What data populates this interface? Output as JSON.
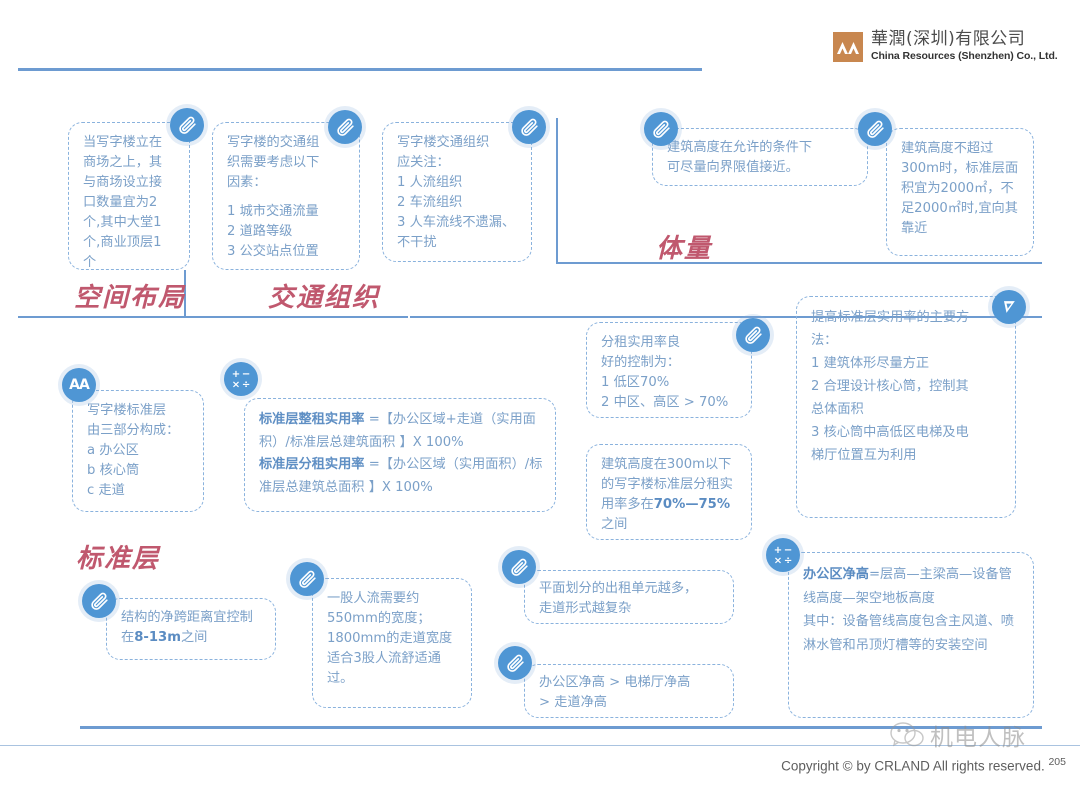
{
  "brand": {
    "cn": "華潤(深圳)有限公司",
    "en": "China Resources (Shenzhen) Co., Ltd.",
    "mark_color": "#c8874f"
  },
  "sections": {
    "space_layout": "空间布局",
    "traffic_org": "交通组织",
    "massing": "体量",
    "standard_floor": "标准层"
  },
  "cards": {
    "mall_interface": {
      "icon": "paperclip-icon",
      "lines": [
        "当写字楼立在",
        "商场之上，其",
        "与商场设立接",
        "口数量宜为2",
        "个,其中大堂1",
        "个,商业顶层1",
        "个"
      ]
    },
    "traffic_factors": {
      "icon": "paperclip-icon",
      "lines": [
        "写字楼的交通组",
        "织需要考虑以下",
        "因素："
      ],
      "items": [
        "1 城市交通流量",
        "2 道路等级",
        "3 公交站点位置"
      ]
    },
    "traffic_focus": {
      "icon": "paperclip-icon",
      "lines": [
        "写字楼交通组织",
        "应关注：",
        "1 人流组织",
        "2 车流组织",
        "3 人车流线不遗漏、",
        "不干扰"
      ]
    },
    "height_limit": {
      "icon": "paperclip-icon",
      "lines": [
        "建筑高度在允许的条件下",
        "可尽量向界限值接近。"
      ]
    },
    "floor_area": {
      "icon": "paperclip-icon",
      "lines": [
        "建筑高度不超过",
        "300m时，标准层面",
        "积宜为2000㎡，不",
        "足2000㎡时,宜向其",
        "靠近"
      ]
    },
    "floor_composition": {
      "icon": "aa-icon",
      "lines": [
        "写字楼标准层",
        "由三部分构成：",
        "a 办公区",
        "b 核心筒",
        "c 走道"
      ]
    },
    "efficiency_formula": {
      "icon": "math-icon",
      "formula1_label": "标准层整租实用率",
      "formula1_body": " =【办公区域+走道（实用面积）/标准层总建筑面积 】X 100%",
      "formula2_label": "标准层分租实用率",
      "formula2_body": " =【办公区域（实用面积）/标准层总建筑总面积 】X 100%"
    },
    "sublet_control": {
      "icon": "paperclip-icon",
      "lines": [
        "分租实用率良",
        "好的控制为：",
        "1 低区70%",
        "2 中区、高区 > 70%"
      ]
    },
    "under_300m": {
      "icon": "none",
      "pre": "建筑高度在300m以下的写字楼标准层分租实用率多在",
      "hl": "70%—75%",
      "post": "之间"
    },
    "improve_methods": {
      "icon": "flag-icon",
      "lines": [
        "提高标准层实用率的主要方",
        "法：",
        "1 建筑体形尽量方正",
        "2 合理设计核心筒，控制其",
        "总体面积",
        "3 核心筒中高低区电梯及电",
        "梯厅位置互为利用"
      ]
    },
    "span_distance": {
      "icon": "paperclip-icon",
      "pre": "结构的净跨距离宜控制在",
      "hl": "8-13m",
      "post": "之间"
    },
    "flow_width": {
      "icon": "paperclip-icon",
      "lines": [
        "一股人流需要约",
        "550mm的宽度；",
        "1800mm的走道宽度",
        "适合3股人流舒适通",
        "过。"
      ]
    },
    "rental_units": {
      "icon": "paperclip-icon",
      "lines": [
        "平面划分的出租单元越多，",
        "走道形式越复杂"
      ]
    },
    "clear_height_order": {
      "icon": "paperclip-icon",
      "lines": [
        "办公区净高 > 电梯厅净高",
        "> 走道净高"
      ]
    },
    "clear_height_formula": {
      "icon": "math-icon",
      "label": "办公区净高",
      "body": "=层高—主梁高—设备管线高度—架空地板高度",
      "note": "其中：设备管线高度包含主风道、喷淋水管和吊顶灯槽等的安装空间"
    }
  },
  "footer": {
    "watermark_text": "机电人脉",
    "watermark_icon": "wechat-icon",
    "copyright": "Copyright © by CRLAND All rights reserved.",
    "page_number": "205"
  },
  "colors": {
    "accent_blue": "#4f96d4",
    "line_blue": "#6d9bd1",
    "title_red": "#c0586e",
    "body_blue": "#7ba0c8"
  }
}
